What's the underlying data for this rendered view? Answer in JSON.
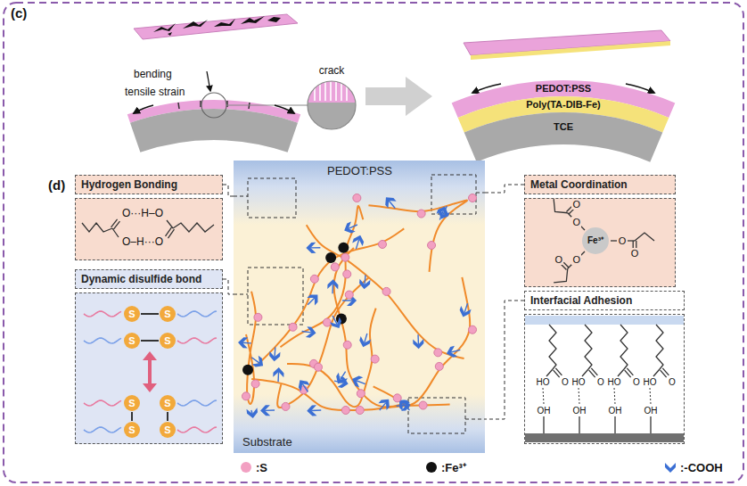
{
  "diagram": {
    "nodes": [
      {
        "text": [
          "Hydrogen Bonding"
        ]
      },
      {
        "text": [
          "Dynamic disulfide bond"
        ]
      },
      {
        "text": [
          "S"
        ],
        "in": 1
      },
      {
        "text": [
          "S"
        ],
        "in": 1
      },
      {
        "text": [
          "S"
        ],
        "in": 1
      },
      {
        "text": [
          "S"
        ],
        "in": 1
      },
      {
        "text": [
          "S"
        ],
        "in": 1
      },
      {
        "text": [
          "S"
        ],
        "in": 1
      },
      {
        "text": [
          "S"
        ],
        "in": 1
      },
      {
        "text": [
          "S"
        ],
        "in": 1
      },
      {
        "text": [
          "PEDOT:PSS",
          "Substrate"
        ]
      },
      {
        "text": [
          "Metal Coordination"
        ]
      },
      {
        "text": [
          "Fe³⁺"
        ],
        "in": 11
      },
      {
        "text": [
          "Interfacial Adhesion"
        ]
      }
    ],
    "edges": [
      {
        "from": 0,
        "to": 10,
        "arrow": "none"
      },
      {
        "from": 1,
        "to": 10,
        "arrow": "none"
      },
      {
        "from": 11,
        "to": 10,
        "arrow": "none"
      },
      {
        "from": 13,
        "to": 10,
        "arrow": "none"
      }
    ],
    "labels": [
      "(c)",
      "bending",
      "tensile strain",
      "crack",
      "PEDOT:PSS",
      "Poly(TA-DIB-Fe)",
      "TCE",
      "(d)",
      "O···H–O",
      "O–H···O",
      "O",
      "O",
      "O",
      "O",
      "O",
      "O",
      "HO",
      "O",
      "OH",
      "HO",
      "O",
      "OH",
      "HO",
      "O",
      "OH",
      "HO",
      "O",
      "OH"
    ],
    "legend": [
      {
        "text": ":S",
        "color": "#f2a0c2"
      },
      {
        "text": ":Fe³⁺",
        "color": "#111111"
      },
      {
        "text": ":-COOH",
        "color": "#3b6fd4"
      }
    ]
  }
}
